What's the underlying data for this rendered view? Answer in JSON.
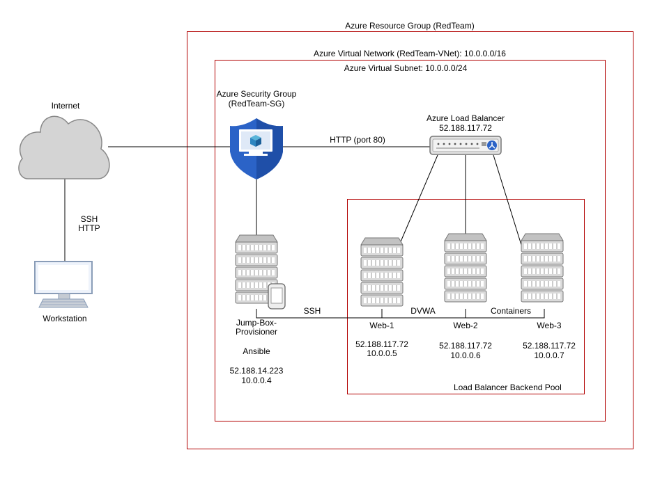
{
  "containers": {
    "resource_group": "Azure Resource Group (RedTeam)",
    "vnet": "Azure Virtual Network (RedTeam-VNet): 10.0.0.0/16",
    "subnet": "Azure Virtual Subnet: 10.0.0.0/24",
    "backend_pool": "Load Balancer Backend Pool"
  },
  "internet": {
    "label": "Internet"
  },
  "workstation": {
    "label": "Workstation",
    "link_line1": "SSH",
    "link_line2": "HTTP"
  },
  "security_group": {
    "line1": "Azure Security Group",
    "line2": "(RedTeam-SG)",
    "http_link": "HTTP (port 80)"
  },
  "load_balancer": {
    "line1": "Azure Load Balancer",
    "ip": "52.188.117.72"
  },
  "jumpbox": {
    "line1": "Jump-Box-",
    "line2": "Provisioner",
    "role": "Ansible",
    "public_ip": "52.188.14.223",
    "private_ip": "10.0.0.4",
    "ssh_link": "SSH"
  },
  "connector_labels": {
    "dvwa": "DVWA",
    "containers": "Containers"
  },
  "servers": [
    {
      "name": "Web-1",
      "public_ip": "52.188.117.72",
      "private_ip": "10.0.0.5"
    },
    {
      "name": "Web-2",
      "public_ip": "52.188.117.72",
      "private_ip": "10.0.0.6"
    },
    {
      "name": "Web-3",
      "public_ip": "52.188.117.72",
      "private_ip": "10.0.0.7"
    }
  ],
  "colors": {
    "boundary": "#b20000",
    "cloud_fill": "#d4d4d4",
    "cloud_stroke": "#888888",
    "shield": "#2b63c7",
    "server_fill": "#dadada",
    "server_stroke": "#777777"
  }
}
